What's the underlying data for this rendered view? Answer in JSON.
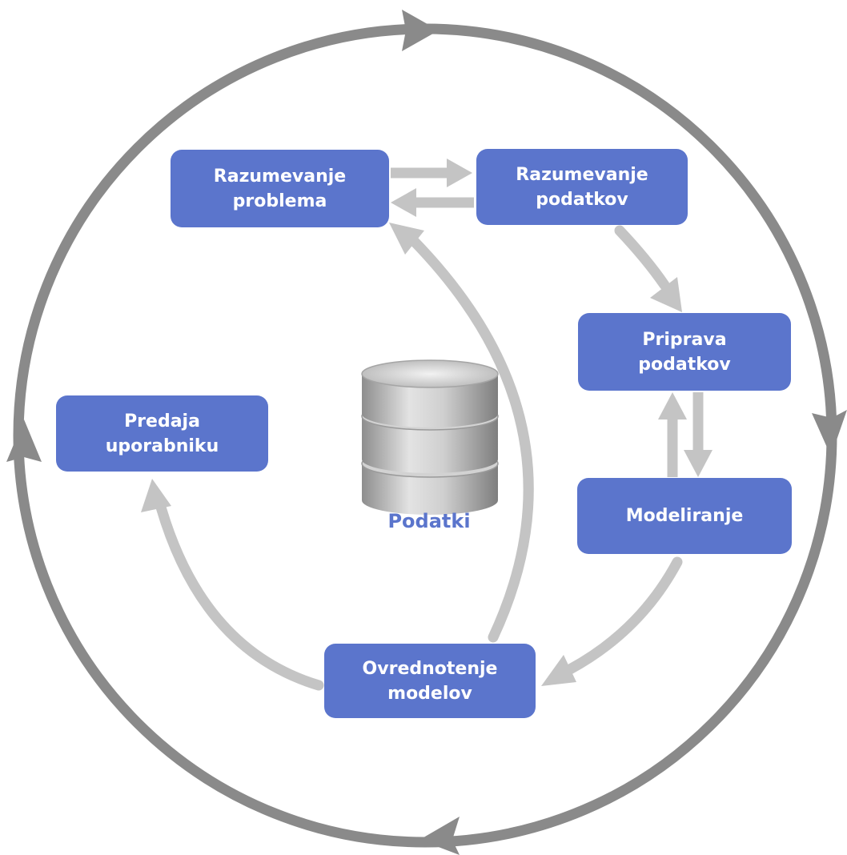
{
  "stages": {
    "business": {
      "line1": "Razumevanje",
      "line2": "problema"
    },
    "data_understanding": {
      "line1": "Razumevanje",
      "line2": "podatkov"
    },
    "data_preparation": {
      "line1": "Priprava",
      "line2": "podatkov"
    },
    "modeling": {
      "line1": "Modeliranje"
    },
    "evaluation": {
      "line1": "Ovrednotenje",
      "line2": "modelov"
    },
    "deployment": {
      "line1": "Predaja",
      "line2": "uporabniku"
    }
  },
  "center": {
    "label": "Podatki",
    "icon": "database-icon"
  },
  "colors": {
    "box": "#5b75cc",
    "outer_cycle": "#8a8a8a",
    "inner_arrows": "#c4c4c4",
    "label": "#5b75cc"
  }
}
